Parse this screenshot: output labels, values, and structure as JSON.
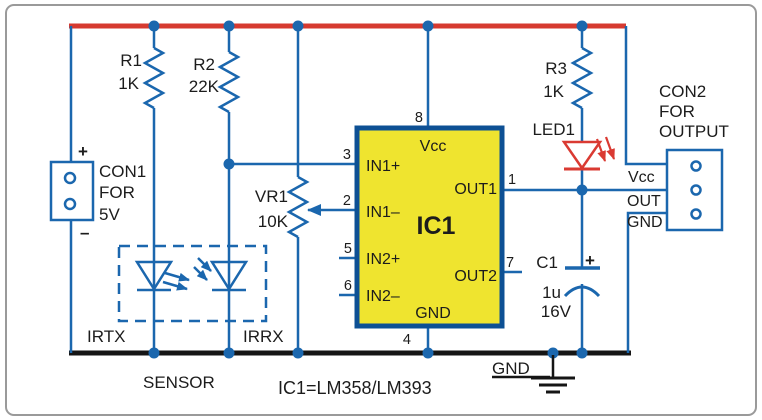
{
  "colors": {
    "wire_blue": "#1b67ae",
    "rail_red": "#d63a30",
    "gnd_black": "#151515",
    "ic_fill": "#efe42f",
    "ic_border": "#0d5094",
    "led_red": "#da3a32",
    "text": "#1c1c1c",
    "frame_gray": "#9a9a9a"
  },
  "components": {
    "r1": {
      "ref": "R1",
      "value": "1K"
    },
    "r2": {
      "ref": "R2",
      "value": "22K"
    },
    "r3": {
      "ref": "R3",
      "value": "1K"
    },
    "vr1": {
      "ref": "VR1",
      "value": "10K"
    },
    "led1": {
      "ref": "LED1"
    },
    "c1": {
      "ref": "C1",
      "value": "1u",
      "voltage": "16V",
      "polarity_mark": "+"
    },
    "con1": {
      "ref": "CON1",
      "desc1": "FOR",
      "desc2": "5V",
      "plus": "+",
      "minus": "–"
    },
    "con2": {
      "ref": "CON2",
      "desc1": "FOR",
      "desc2": "OUTPUT",
      "pins": [
        "Vcc",
        "OUT",
        "GND"
      ]
    },
    "ic1": {
      "ref": "IC1",
      "pins": [
        {
          "num": "8",
          "label": "Vcc"
        },
        {
          "num": "3",
          "label": "IN1+"
        },
        {
          "num": "2",
          "label": "IN1–"
        },
        {
          "num": "5",
          "label": "IN2+"
        },
        {
          "num": "6",
          "label": "IN2–"
        },
        {
          "num": "1",
          "label": "OUT1"
        },
        {
          "num": "7",
          "label": "OUT2"
        },
        {
          "num": "4",
          "label": "GND"
        }
      ]
    },
    "sensor": {
      "label": "SENSOR",
      "tx": "IRTX",
      "rx": "IRRX"
    }
  },
  "labels": {
    "ground": "GND",
    "note": "IC1=LM358/LM393"
  }
}
